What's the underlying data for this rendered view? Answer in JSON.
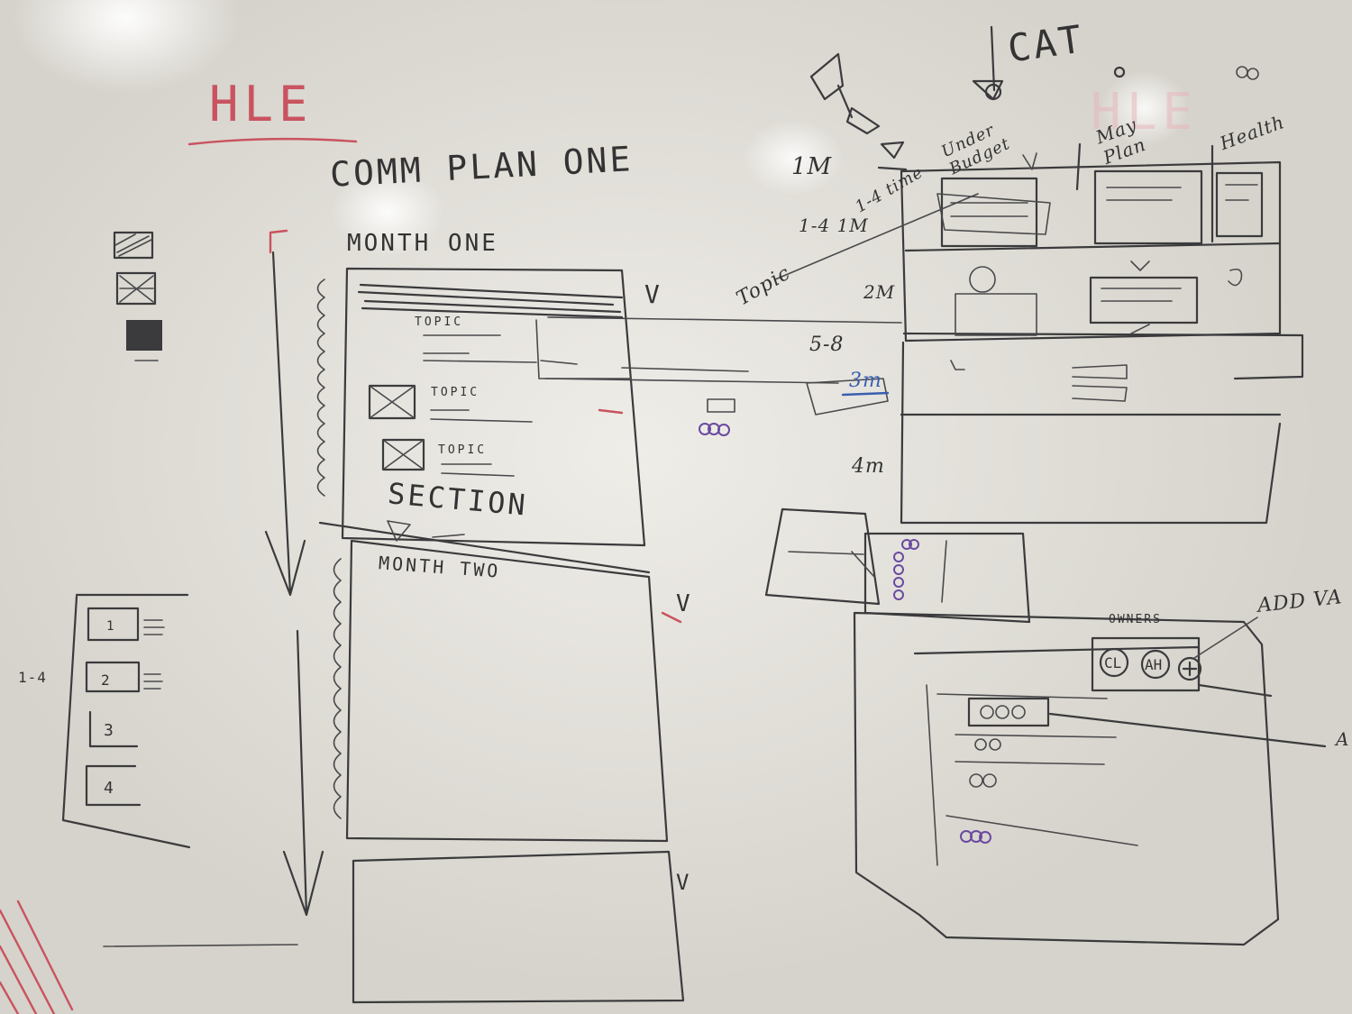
{
  "board": {
    "headers": {
      "hle_left": "HLE",
      "cat": "CAT",
      "hle_right": "HLE",
      "comm_plan": "COMM PLAN ONE"
    },
    "timeline": {
      "month_one": "MONTH ONE",
      "month_two": "MONTH TWO",
      "topics": [
        "TOPIC",
        "TOPIC",
        "TOPIC"
      ],
      "section": "SECTION",
      "v_marks": [
        "V",
        "V",
        "V"
      ]
    },
    "left_list": {
      "range": "1-4",
      "items": [
        "1",
        "2",
        "3",
        "4"
      ]
    },
    "grid": {
      "row_labels": [
        "1M",
        "1-4 time",
        "1-4 1M",
        "2M",
        "5-8",
        "3m",
        "4m"
      ],
      "topic_label": "Topic",
      "column_headers": [
        "Under Budget",
        "May Plan",
        "Health"
      ]
    },
    "owners_panel": {
      "owners_label": "OWNERS",
      "avatars": [
        "CL",
        "AH"
      ],
      "add_label": "ADD VA",
      "add_label_2": "A"
    },
    "colors": {
      "ink": "#3b3b3d",
      "red_marker": "#c9535f",
      "blue_marker": "#3a5fb0",
      "purple_marker": "#6a4aa0"
    }
  }
}
